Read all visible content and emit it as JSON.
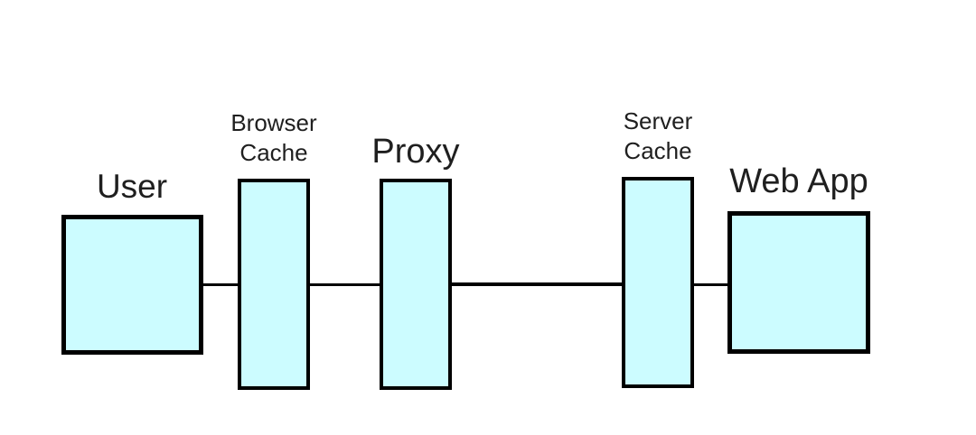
{
  "diagram": {
    "background": "#ffffff",
    "node_fill": "#ccfcff",
    "node_border_color": "#000000",
    "connector_color": "#000000",
    "text_color": "#1f1f1f",
    "nodes": [
      {
        "id": "user",
        "label": "User"
      },
      {
        "id": "browser-cache",
        "label": "Browser Cache"
      },
      {
        "id": "proxy",
        "label": "Proxy"
      },
      {
        "id": "server-cache",
        "label": "Server Cache"
      },
      {
        "id": "web-app",
        "label": "Web App"
      }
    ],
    "connections": [
      {
        "from": "User",
        "to": "Browser Cache"
      },
      {
        "from": "Browser Cache",
        "to": "Proxy"
      },
      {
        "from": "Proxy",
        "to": "Server Cache"
      },
      {
        "from": "Server Cache",
        "to": "Web App"
      }
    ]
  }
}
